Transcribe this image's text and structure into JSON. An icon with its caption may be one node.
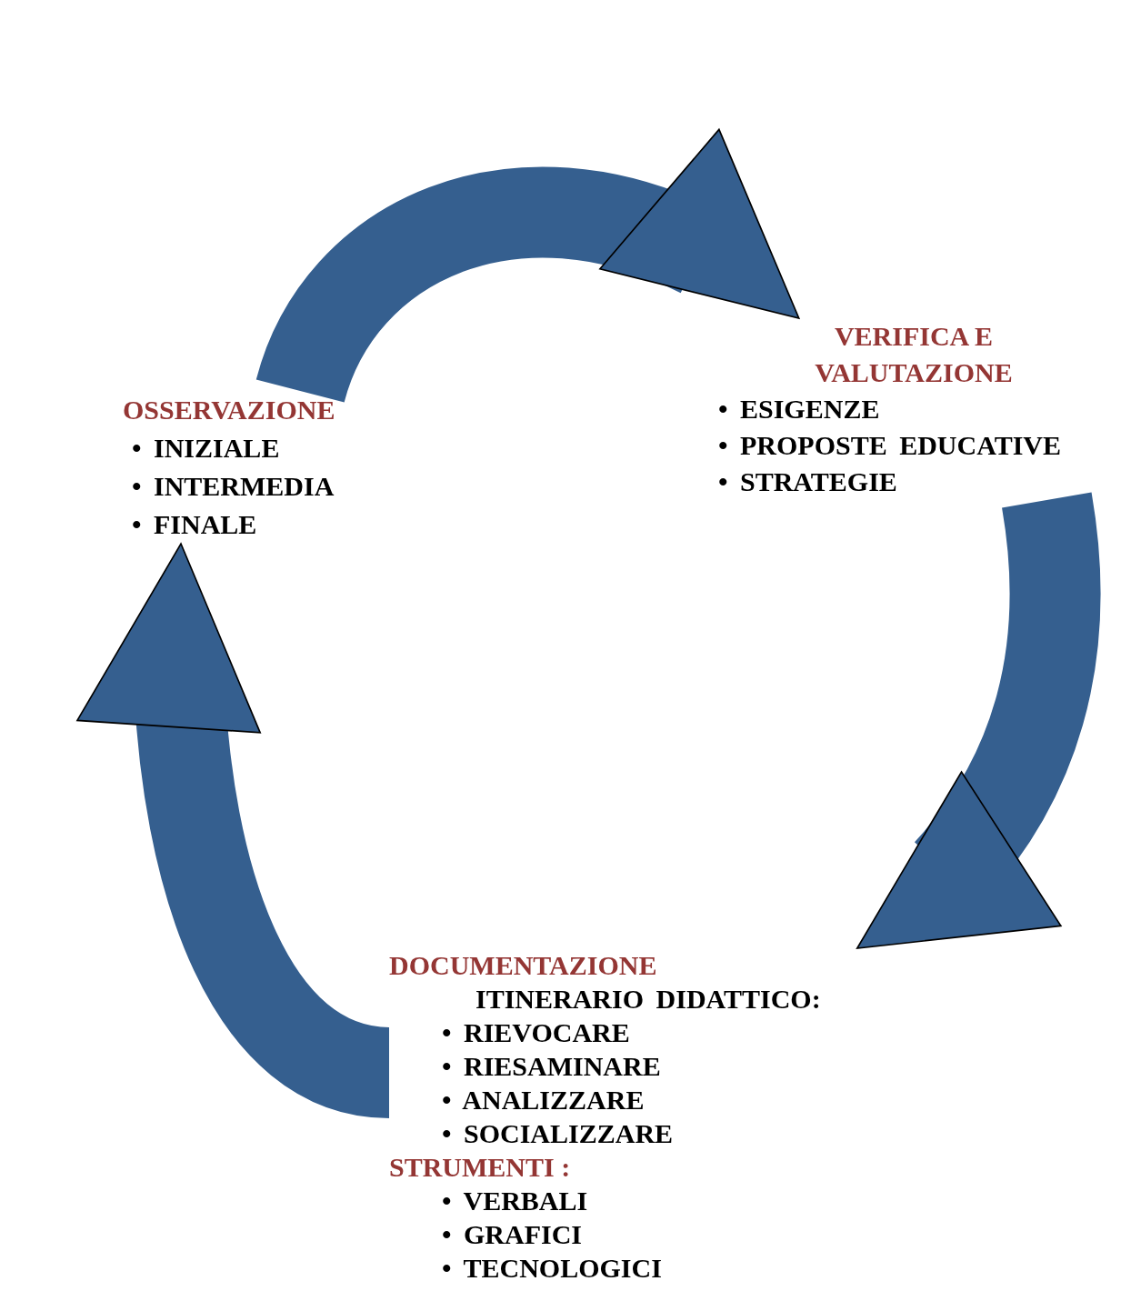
{
  "diagram": {
    "nodes": [
      {
        "text": [
          "OSSERVAZIONE",
          "• INIZIALE",
          "• INTERMEDIA",
          "• FINALE"
        ]
      },
      {
        "text": [
          "VERIFICA E VALUTAZIONE",
          "• ESIGENZE",
          "• PROPOSTE EDUCATIVE",
          "• STRATEGIE"
        ]
      },
      {
        "text": [
          "DOCUMENTAZIONE",
          "ITINERARIO DIDATTICO:",
          "• RIEVOCARE",
          "• RIESAMINARE",
          "• ANALIZZARE",
          "• SOCIALIZZARE",
          "STRUMENTI :",
          "• VERBALI",
          "• GRAFICI",
          "• TECNOLOGICI"
        ]
      }
    ],
    "edges": [
      {
        "from": 0,
        "to": 1,
        "arrow": "to"
      },
      {
        "from": 1,
        "to": 2,
        "arrow": "to"
      },
      {
        "from": 2,
        "to": 0,
        "arrow": "to"
      }
    ]
  }
}
